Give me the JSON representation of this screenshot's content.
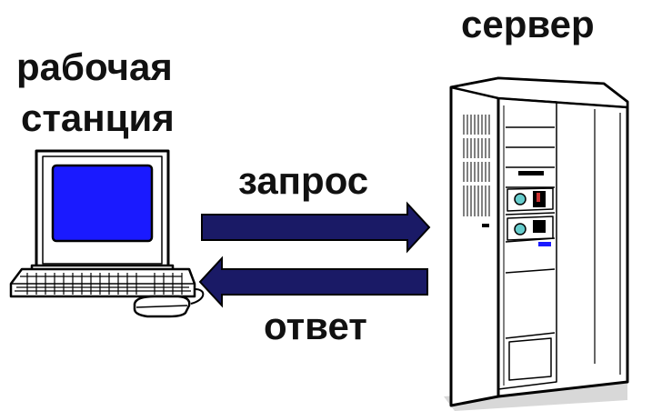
{
  "labels": {
    "server": "сервер",
    "workstation_line1": "рабочая",
    "workstation_line2": "станция",
    "request": "запрос",
    "response": "ответ"
  },
  "colors": {
    "arrow": "#1a1a66",
    "screen": "#1a1aff",
    "outline": "#000000",
    "case": "#ffffff",
    "shadow": "#d8d8d8"
  }
}
